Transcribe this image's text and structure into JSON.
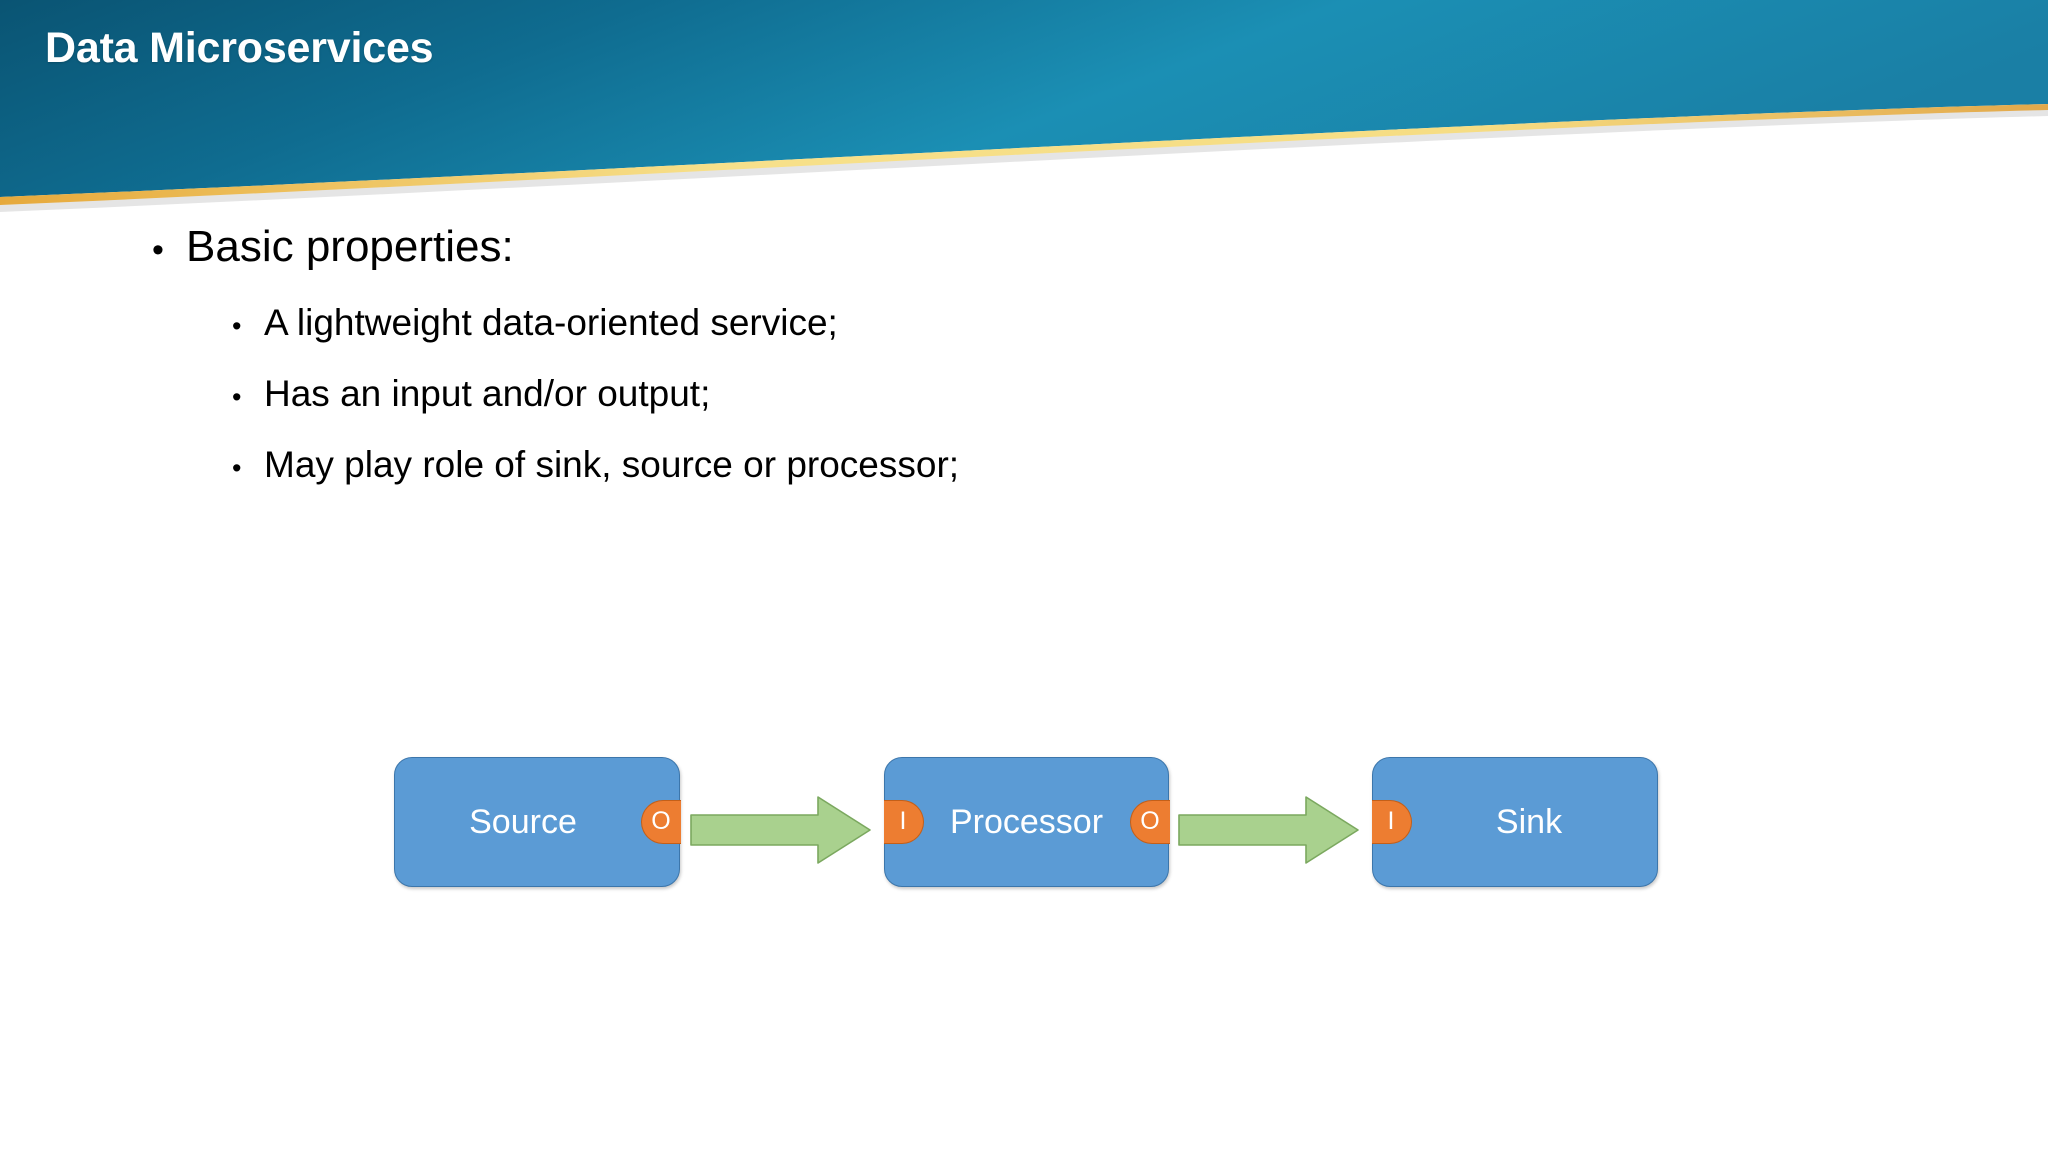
{
  "slide": {
    "title": "Data Microservices",
    "banner_gradient_from": "#0a5473",
    "banner_gradient_to": "#1c93b9",
    "banner_accent_color": "#f0c850",
    "background_color": "#ffffff"
  },
  "bullets": [
    {
      "level": 1,
      "mark": "•",
      "text": "Basic properties:"
    },
    {
      "level": 2,
      "mark": "•",
      "text": "A lightweight data-oriented service;"
    },
    {
      "level": 2,
      "mark": "•",
      "text": "Has an input and/or output;"
    },
    {
      "level": 2,
      "mark": "•",
      "text": "May play role of sink, source or processor;"
    }
  ],
  "diagram": {
    "node_fill": "#5b9bd5",
    "node_stroke": "#3c76ab",
    "port_fill": "#ed7d31",
    "port_stroke": "#c45f18",
    "arrow_fill": "#a9d18e",
    "arrow_stroke": "#7ba85f",
    "nodes": [
      {
        "id": "source",
        "label": "Source",
        "ports": [
          {
            "kind": "output",
            "label": "O"
          }
        ]
      },
      {
        "id": "processor",
        "label": "Processor",
        "ports": [
          {
            "kind": "input",
            "label": "I"
          },
          {
            "kind": "output",
            "label": "O"
          }
        ]
      },
      {
        "id": "sink",
        "label": "Sink",
        "ports": [
          {
            "kind": "input",
            "label": "I"
          }
        ]
      }
    ],
    "connections": [
      {
        "from": "source",
        "to": "processor"
      },
      {
        "from": "processor",
        "to": "sink"
      }
    ]
  }
}
